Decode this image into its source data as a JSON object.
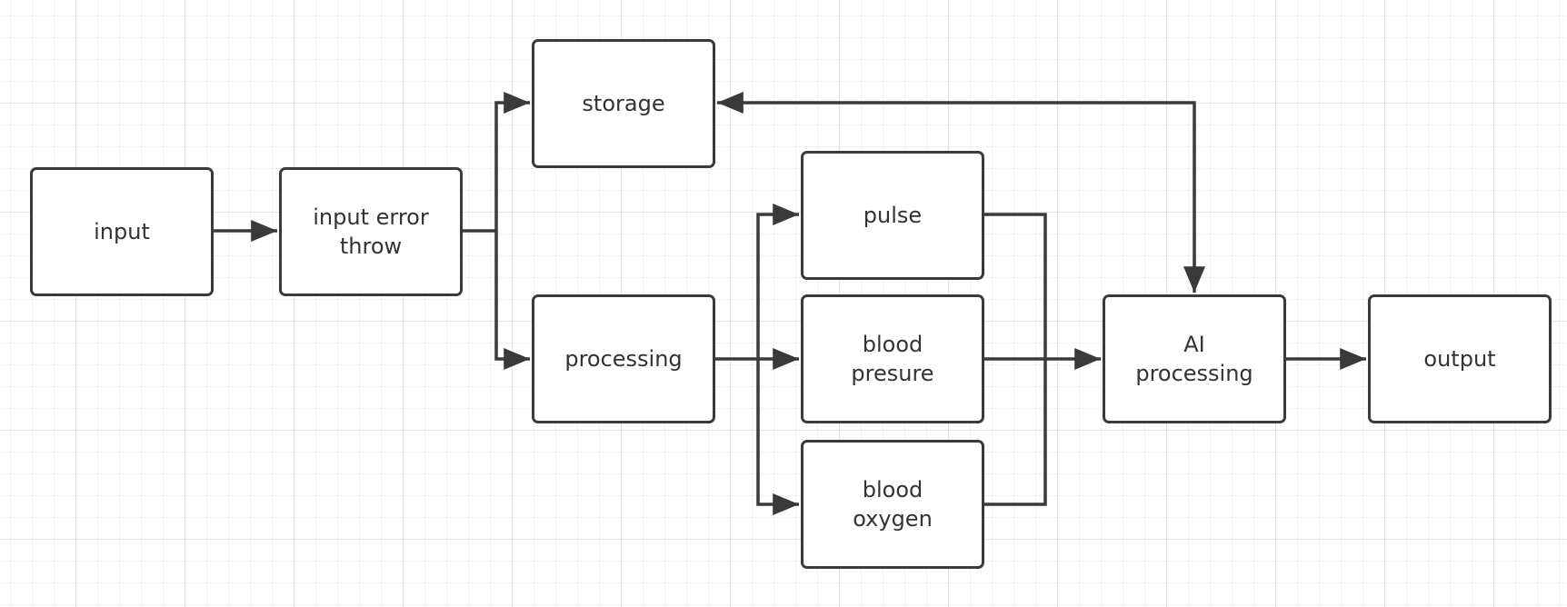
{
  "nodes": {
    "input": "input",
    "input_error": "input error\nthrow",
    "storage": "storage",
    "processing": "processing",
    "pulse": "pulse",
    "blood_pressure": "blood\npresure",
    "blood_oxygen": "blood\noxygen",
    "ai_processing": "AI\nprocessing",
    "output": "output"
  },
  "edges": [
    {
      "from": "input",
      "to": "input_error"
    },
    {
      "from": "input_error",
      "to": "storage"
    },
    {
      "from": "input_error",
      "to": "processing"
    },
    {
      "from": "processing",
      "to": "pulse"
    },
    {
      "from": "processing",
      "to": "blood_pressure"
    },
    {
      "from": "processing",
      "to": "blood_oxygen"
    },
    {
      "from": "pulse",
      "to": "ai_processing"
    },
    {
      "from": "blood_pressure",
      "to": "ai_processing"
    },
    {
      "from": "blood_oxygen",
      "to": "ai_processing"
    },
    {
      "from": "ai_processing",
      "to": "storage",
      "bidirectional": true
    },
    {
      "from": "ai_processing",
      "to": "output"
    }
  ],
  "colors": {
    "stroke": "#3a3a3a",
    "text": "#333333",
    "grid": "#e4e4e4"
  }
}
